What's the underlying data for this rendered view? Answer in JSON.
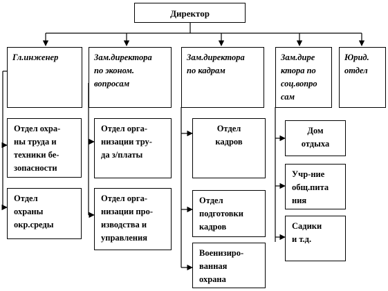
{
  "diagram": {
    "director": "Директор",
    "heads": [
      "Гл.инженер",
      "Зам.директора\nпо эконом.\nвопросам",
      "Зам.директора\nпо кадрам",
      "Зам.дире\nктора по\nсоц.вопро\nсам",
      "Юрид.\nотдел"
    ],
    "col1": [
      "Отдел охра-\nны труда и\nтехники бе-\nзопасности",
      "Отдел\nохраны\nокр.среды"
    ],
    "col2": [
      "Отдел орга-\nнизации тру-\nда з/платы",
      "Отдел орга-\nнизации про-\nизводства и\nуправления"
    ],
    "col3": [
      "Отдел\nкадров",
      "Отдел\nподготовки\nкадров",
      "Военизиро-\nванная\nохрана"
    ],
    "col4": [
      "Дом\nотдыха",
      "Учр-ние\nобщ.пита\nния",
      "Садики\nи т.д."
    ]
  }
}
